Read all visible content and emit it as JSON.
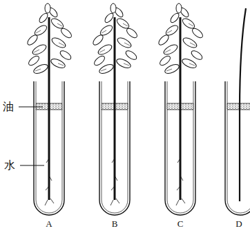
{
  "diagram": {
    "labels": [
      "油",
      "水",
      "A",
      "B",
      "C",
      "D"
    ]
  }
}
